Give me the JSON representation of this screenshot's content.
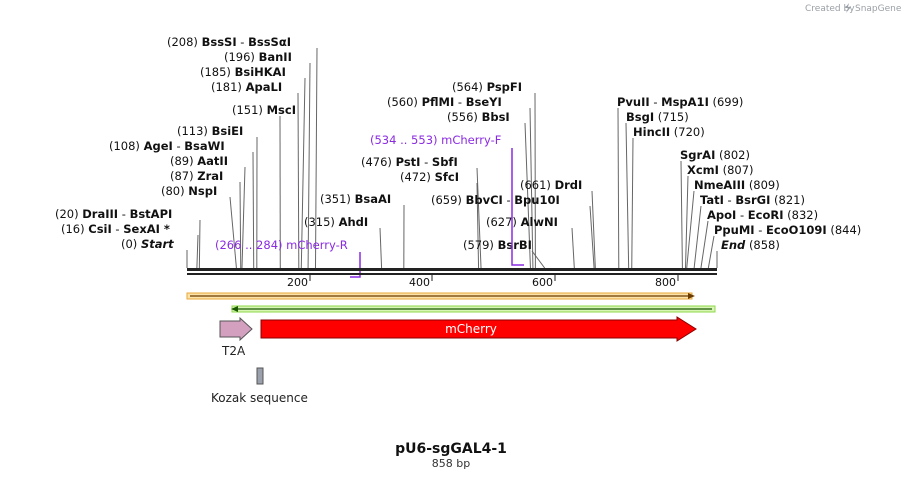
{
  "credit": "Created by",
  "brand": "SnapGene",
  "sequence_name": "pU6-sgGAL4-1",
  "length_label": "858 bp",
  "seq_length": 858,
  "scale_ticks": [
    "200",
    "400",
    "600",
    "800"
  ],
  "sites": [
    {
      "id": "bsssi",
      "pos": "(208)",
      "names": [
        "BssSI",
        "BssSαI"
      ],
      "bp": 208
    },
    {
      "id": "banii",
      "pos": "(196)",
      "names": [
        "BanII"
      ],
      "bp": 196
    },
    {
      "id": "bsihkai",
      "pos": "(185)",
      "names": [
        "BsiHKAI"
      ],
      "bp": 185
    },
    {
      "id": "apali",
      "pos": "(181)",
      "names": [
        "ApaLI"
      ],
      "bp": 181
    },
    {
      "id": "msci",
      "pos": "(151)",
      "names": [
        "MscI"
      ],
      "bp": 151
    },
    {
      "id": "bsiei",
      "pos": "(113)",
      "names": [
        "BsiEI"
      ],
      "bp": 113
    },
    {
      "id": "agei",
      "pos": "(108)",
      "names": [
        "AgeI",
        "BsaWI"
      ],
      "bp": 108
    },
    {
      "id": "aatii",
      "pos": "(89)",
      "names": [
        "AatII"
      ],
      "bp": 89
    },
    {
      "id": "zrai",
      "pos": "(87)",
      "names": [
        "ZraI"
      ],
      "bp": 87
    },
    {
      "id": "nspi",
      "pos": "(80)",
      "names": [
        "NspI"
      ],
      "bp": 80
    },
    {
      "id": "draiii",
      "pos": "(20)",
      "names": [
        "DraIII",
        "BstAPI"
      ],
      "bp": 20
    },
    {
      "id": "csii",
      "pos": "(16)",
      "names": [
        "CsiI",
        "SexAI *"
      ],
      "bp": 16
    },
    {
      "id": "start",
      "pos": "(0)",
      "names": [
        "Start"
      ],
      "bp": 0,
      "italic": true
    },
    {
      "id": "bsaai",
      "pos": "(351)",
      "names": [
        "BsaAI"
      ],
      "bp": 351
    },
    {
      "id": "ahdi",
      "pos": "(315)",
      "names": [
        "AhdI"
      ],
      "bp": 315
    },
    {
      "id": "pspfi",
      "pos": "(564)",
      "names": [
        "PspFI"
      ],
      "bp": 564
    },
    {
      "id": "pflmi",
      "pos": "(560)",
      "names": [
        "PflMI",
        "BseYI"
      ],
      "bp": 560
    },
    {
      "id": "bbsi",
      "pos": "(556)",
      "names": [
        "BbsI"
      ],
      "bp": 556
    },
    {
      "id": "psti",
      "pos": "(476)",
      "names": [
        "PstI",
        "SbfI"
      ],
      "bp": 476
    },
    {
      "id": "sfci",
      "pos": "(472)",
      "names": [
        "SfcI"
      ],
      "bp": 472
    },
    {
      "id": "drdi",
      "pos": "(661)",
      "names": [
        "DrdI"
      ],
      "bp": 661
    },
    {
      "id": "bbvci",
      "pos": "(659)",
      "names": [
        "BbvCI",
        "Bpu10I"
      ],
      "bp": 659
    },
    {
      "id": "alwni",
      "pos": "(627)",
      "names": [
        "AlwNI"
      ],
      "bp": 627
    },
    {
      "id": "bsrbi",
      "pos": "(579)",
      "names": [
        "BsrBI"
      ],
      "bp": 579
    },
    {
      "id": "pvuii",
      "pos": "(699)",
      "names": [
        "PvuII",
        "MspA1I"
      ],
      "bp": 699
    },
    {
      "id": "bsgi",
      "pos": "(715)",
      "names": [
        "BsgI"
      ],
      "bp": 715
    },
    {
      "id": "hincii",
      "pos": "(720)",
      "names": [
        "HincII"
      ],
      "bp": 720
    },
    {
      "id": "sgrai",
      "pos": "(802)",
      "names": [
        "SgrAI"
      ],
      "bp": 802
    },
    {
      "id": "xcmi",
      "pos": "(807)",
      "names": [
        "XcmI"
      ],
      "bp": 807
    },
    {
      "id": "nmeaiii",
      "pos": "(809)",
      "names": [
        "NmeAIII"
      ],
      "bp": 809
    },
    {
      "id": "tati",
      "pos": "(821)",
      "names": [
        "TatI",
        "BsrGI"
      ],
      "bp": 821
    },
    {
      "id": "apoi",
      "pos": "(832)",
      "names": [
        "ApoI",
        "EcoRI"
      ],
      "bp": 832
    },
    {
      "id": "ppumi",
      "pos": "(844)",
      "names": [
        "PpuMI",
        "EcoO109I"
      ],
      "bp": 844
    },
    {
      "id": "end",
      "pos": "(858)",
      "names": [
        "End"
      ],
      "bp": 858,
      "italic": true
    }
  ],
  "primers": [
    {
      "id": "mcherry-f",
      "range": "(534 .. 553)",
      "name": "mCherry-F"
    },
    {
      "id": "mcherry-r",
      "range": "(266 .. 284)",
      "name": "mCherry-R"
    }
  ],
  "features": {
    "t2a": "T2A",
    "mcherry": "mCherry",
    "kozak": "Kozak sequence"
  },
  "colors": {
    "mcherry": "#ff0000",
    "t2a": "#d4a0c0",
    "kozak": "#9aa0ac",
    "primer": "#8a2be2",
    "orf_top": "#e8a83a",
    "orf_bottom": "#8fd84a"
  }
}
